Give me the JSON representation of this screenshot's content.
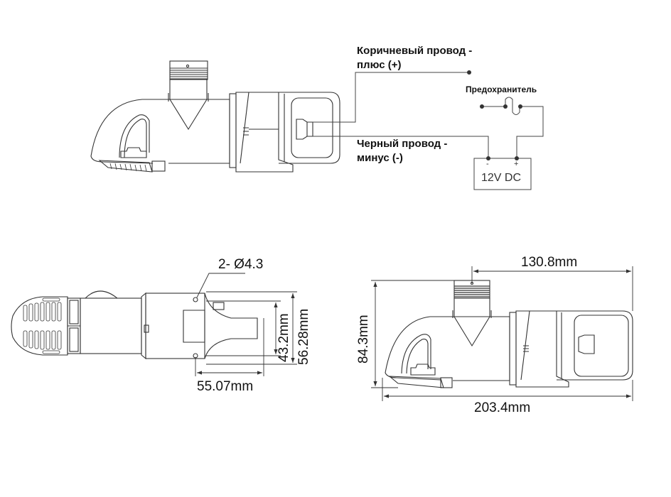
{
  "wiring": {
    "brown_wire_line1": "Коричневый провод -",
    "brown_wire_line2": "плюс (+)",
    "black_wire_line1": "Черный провод -",
    "black_wire_line2": "минус (-)",
    "fuse_label": "Предохранитель",
    "power_supply_label": "12V DC",
    "terminal_minus": "-",
    "terminal_plus": "+"
  },
  "bottom_view": {
    "hole_spec": "2- Ø4.3",
    "dim_hole_spacing_length": "55.07mm",
    "dim_hole_spacing_width": "43.2mm",
    "dim_mount_width": "56.28mm"
  },
  "side_view": {
    "dim_outlet_to_end": "130.8mm",
    "dim_height": "84.3mm",
    "dim_total_length": "203.4mm"
  },
  "colors": {
    "line": "#333333",
    "background": "#ffffff"
  }
}
